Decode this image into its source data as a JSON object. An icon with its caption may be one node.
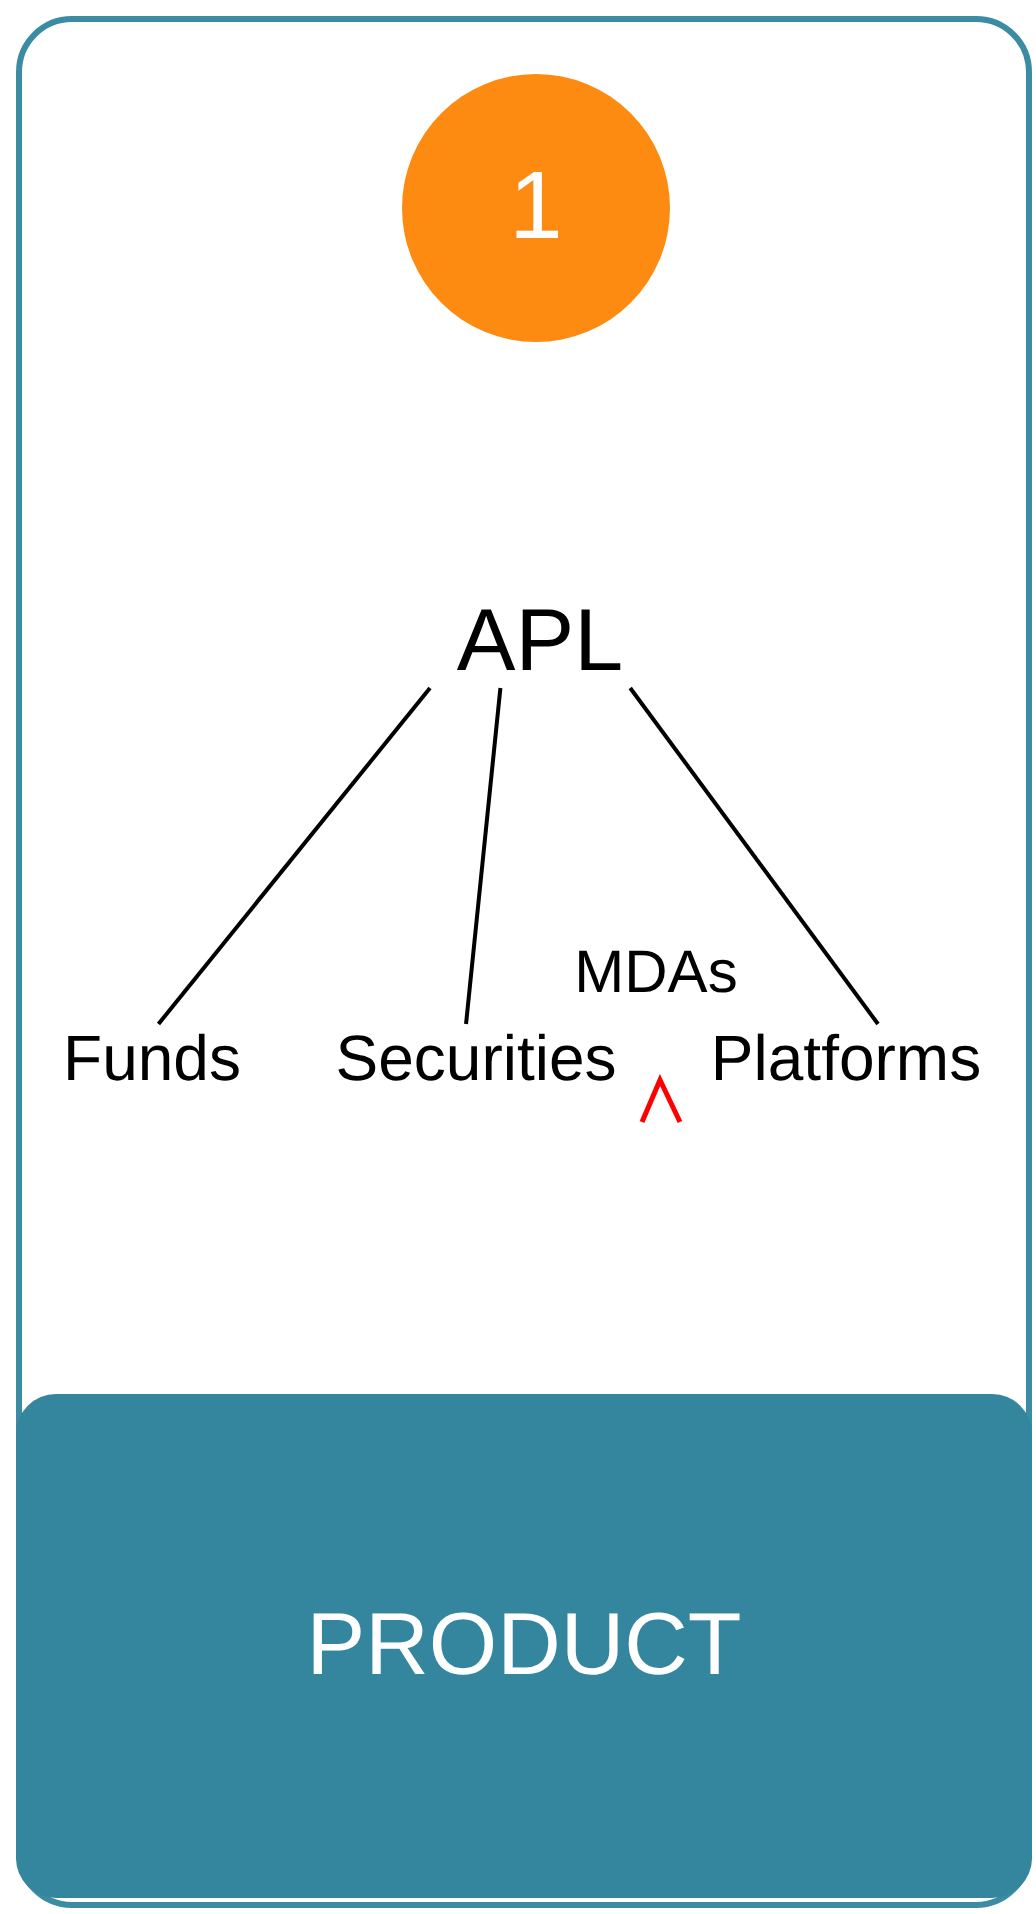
{
  "diagram": {
    "nodes": [
      {
        "text": [
          "1"
        ]
      },
      {
        "text": [
          "APL"
        ]
      },
      {
        "text": [
          "Funds"
        ]
      },
      {
        "text": [
          "Securities"
        ]
      },
      {
        "text": [
          "Platforms"
        ]
      },
      {
        "text": [
          "PRODUCT"
        ]
      }
    ],
    "edges": [
      {
        "from": 1,
        "to": 2,
        "arrow": "none"
      },
      {
        "from": 1,
        "to": 3,
        "arrow": "none"
      },
      {
        "from": 1,
        "to": 4,
        "arrow": "none"
      }
    ],
    "labels": [
      "MDAs"
    ]
  }
}
